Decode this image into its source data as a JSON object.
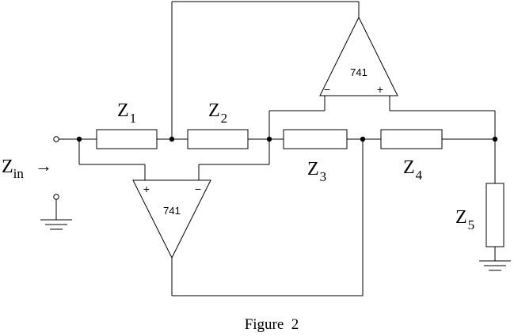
{
  "labels": {
    "z1": {
      "main": "Z",
      "sub": "1"
    },
    "z2": {
      "main": "Z",
      "sub": "2"
    },
    "z3": {
      "main": "Z",
      "sub": "3"
    },
    "z4": {
      "main": "Z",
      "sub": "4"
    },
    "z5": {
      "main": "Z",
      "sub": "5"
    },
    "zin": {
      "main": "Z",
      "sub": "in",
      "arrow": "→"
    }
  },
  "opamps": {
    "top": {
      "name": "741",
      "minus": "−",
      "plus": "+"
    },
    "bottom": {
      "name": "741",
      "minus": "−",
      "plus": "+"
    }
  },
  "caption": "Figure  2"
}
